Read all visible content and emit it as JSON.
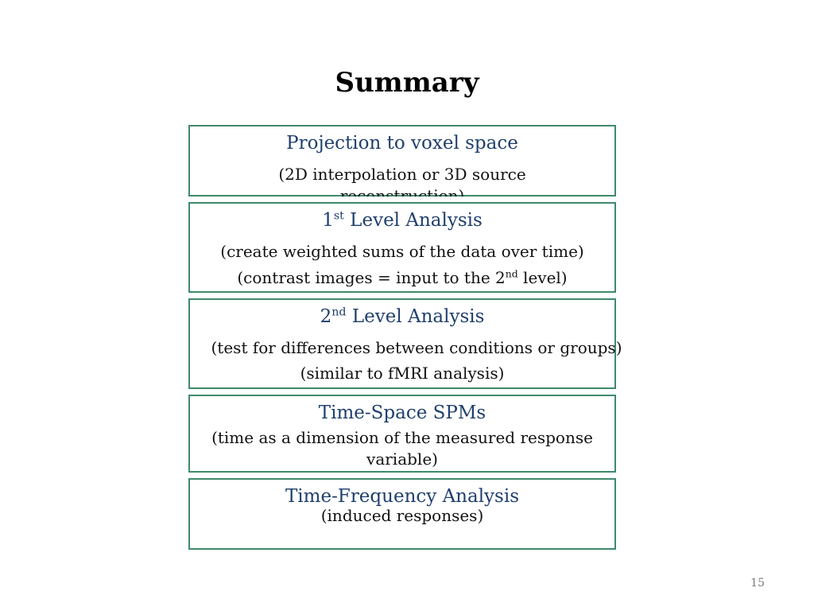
{
  "slide": {
    "title": "Summary",
    "page_number": "15",
    "border_color": "#3f8a6b",
    "heading_color": "#1f3f6e"
  },
  "boxes": [
    {
      "heading": "Projection to voxel space",
      "lines": [
        "(2D interpolation or 3D source",
        "reconstruction)"
      ]
    },
    {
      "heading_prefix": "1",
      "heading_sup": "st",
      "heading_suffix": " Level Analysis",
      "lines": [
        "(create weighted sums of the data over time)"
      ],
      "line2_prefix": "(contrast images = input to the 2",
      "line2_sup": "nd",
      "line2_suffix": " level)"
    },
    {
      "heading_prefix": "2",
      "heading_sup": "nd",
      "heading_suffix": " Level Analysis",
      "lines": [
        "(test for differences between conditions or groups)",
        "(similar to fMRI analysis)"
      ]
    },
    {
      "heading": "Time-Space SPMs",
      "lines": [
        "(time as a dimension of the measured response",
        "variable)"
      ]
    },
    {
      "heading": "Time-Frequency Analysis",
      "lines": [
        "(induced responses)"
      ]
    }
  ]
}
